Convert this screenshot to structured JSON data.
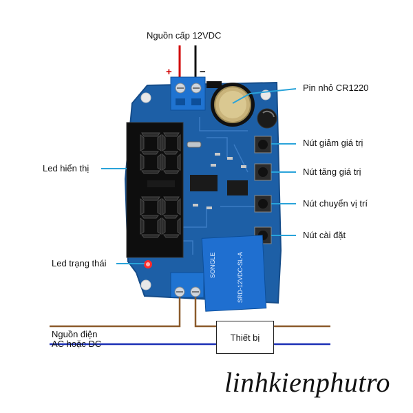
{
  "labels": {
    "power_supply": "Nguồn cấp 12VDC",
    "plus": "+",
    "minus": "−",
    "battery": "Pin nhỏ CR1220",
    "btn_decrease": "Nút giảm giá trị",
    "btn_increase": "Nút tăng giá trị",
    "btn_move": "Nút chuyển vị trí",
    "btn_set": "Nút cài đặt",
    "led_display": "Led hiển thị",
    "led_status": "Led trạng thái",
    "source_line1": "Nguồn điện",
    "source_line2": "AC hoặc DC",
    "device": "Thiết bị"
  },
  "relay": {
    "brand": "SONGLE",
    "model": "SRD-12VDC-SL-A"
  },
  "watermark": "linhkienphutro",
  "colors": {
    "board": "#1d5fa6",
    "board_dark": "#154c89",
    "terminal": "#1f73d1",
    "leader": "#29a3d9",
    "wire_red": "#d00000",
    "wire_black": "#111111",
    "wire_brown": "#8b5a2b",
    "wire_blue": "#1a2fb5",
    "led_red": "#ff2a2a"
  },
  "icons": [
    "seven-segment-display",
    "coin-cell-battery",
    "tactile-button",
    "relay",
    "screw-terminal"
  ]
}
